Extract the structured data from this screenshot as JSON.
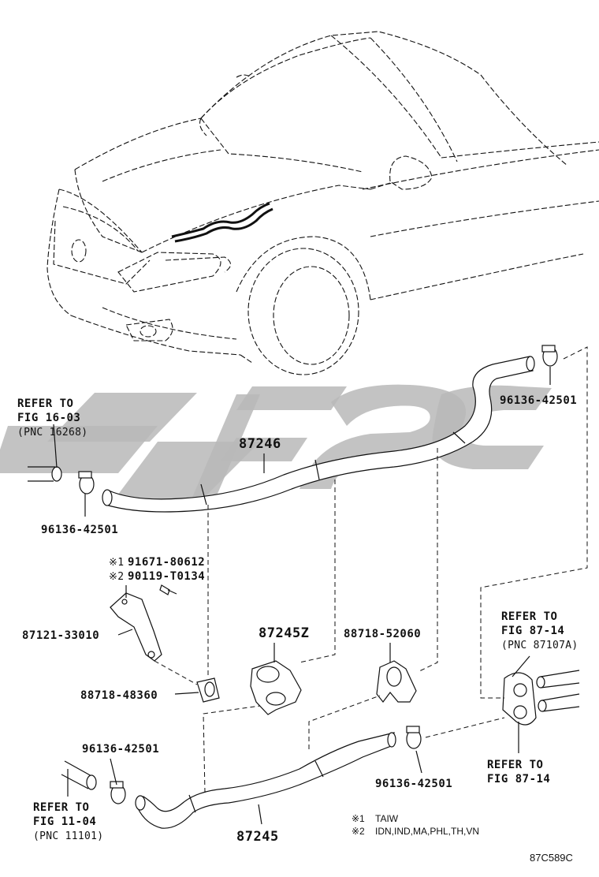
{
  "diagram": {
    "parts": {
      "p87246": "87246",
      "p87245": "87245",
      "p87245z": "87245Z",
      "p87121": "87121-33010",
      "p88718_48360": "88718-48360",
      "p88718_52060": "88718-52060",
      "clip_top_right": "96136-42501",
      "clip_left_mid": "96136-42501",
      "clip_lower_left": "96136-42501",
      "clip_lower_right": "96136-42501",
      "bolt1_mark": "※1",
      "bolt1": "91671-80612",
      "bolt2_mark": "※2",
      "bolt2": "90119-T0134"
    },
    "refs": {
      "ref_left_top": {
        "line1": "REFER TO",
        "line2": "FIG 16-03",
        "line3": "(PNC 16268)"
      },
      "ref_right_top": {
        "line1": "REFER TO",
        "line2": "FIG 87-14",
        "line3": "(PNC 87107A)"
      },
      "ref_right_bottom": {
        "line1": "REFER TO",
        "line2": "FIG 87-14"
      },
      "ref_left_bottom": {
        "line1": "REFER TO",
        "line2": "FIG 11-04",
        "line3": "(PNC 11101)"
      }
    },
    "notes": {
      "note1_mark": "※1",
      "note1_text": "TAIW",
      "note2_mark": "※2",
      "note2_text": "IDN,IND,MA,PHL,TH,VN"
    },
    "figure_code": "87C589C"
  }
}
